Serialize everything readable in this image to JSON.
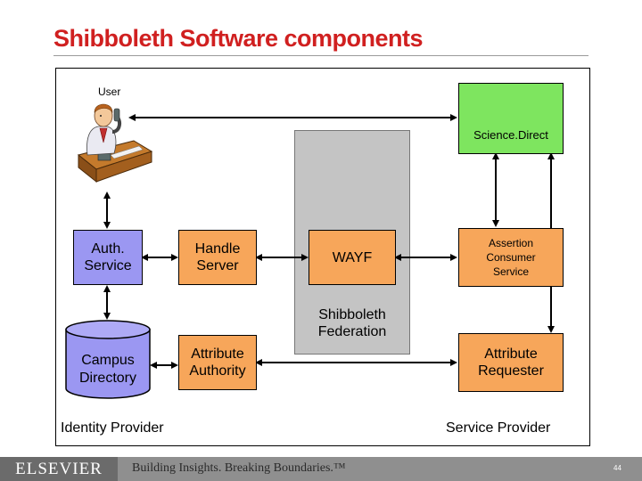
{
  "slide": {
    "title": "Shibboleth Software components",
    "page_number": "44"
  },
  "diagram": {
    "user_label": "User",
    "science_direct": "Science.Direct",
    "auth_service": "Auth.\nService",
    "handle_server": "Handle\nServer",
    "wayf": "WAYF",
    "assertion_consumer_service": "Assertion\nConsumer\nService",
    "shibboleth_federation": "Shibboleth\nFederation",
    "campus_directory": "Campus\nDirectory",
    "attribute_authority": "Attribute\nAuthority",
    "attribute_requester": "Attribute\nRequester",
    "identity_provider": "Identity Provider",
    "service_provider": "Service Provider"
  },
  "footer": {
    "logo": "ELSEVIER",
    "tagline": "Building Insights. Breaking Boundaries.™"
  },
  "colors": {
    "title": "#d02020",
    "lavender": "#9b97f2",
    "orange": "#f7a65a",
    "green": "#7ee55f",
    "panel_gray": "#c4c4c4"
  }
}
